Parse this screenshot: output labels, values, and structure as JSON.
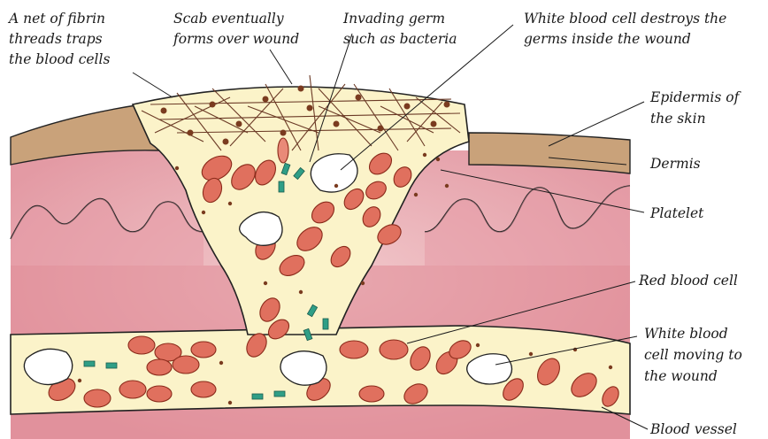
{
  "labels": {
    "fibrin_net": [
      "A net of fibrin",
      "threads traps",
      "the blood cells"
    ],
    "scab": [
      "Scab eventually",
      "forms over wound"
    ],
    "germ": [
      "Invading germ",
      "such as bacteria"
    ],
    "wbc_destroys": [
      "White blood cell destroys the",
      "germs inside the wound"
    ],
    "epidermis": [
      "Epidermis of",
      "the skin"
    ],
    "dermis": [
      "Dermis"
    ],
    "platelet": [
      "Platelet"
    ],
    "rbc": [
      "Red blood cell"
    ],
    "wbc_moving": [
      "White blood",
      "cell moving to",
      "the wound"
    ],
    "vessel": [
      "Blood vessel"
    ]
  },
  "colors": {
    "epidermis": "#c9a27a",
    "dermis": "#e8b8bd",
    "dermis_dark": "#d9848f",
    "plasma": "#fbf3c9",
    "rbc": "#e0705e",
    "rbc_dark": "#c0432f",
    "germ": "#2f9e86",
    "platelet": "#7a3b1f",
    "wbc": "#ffffff"
  }
}
